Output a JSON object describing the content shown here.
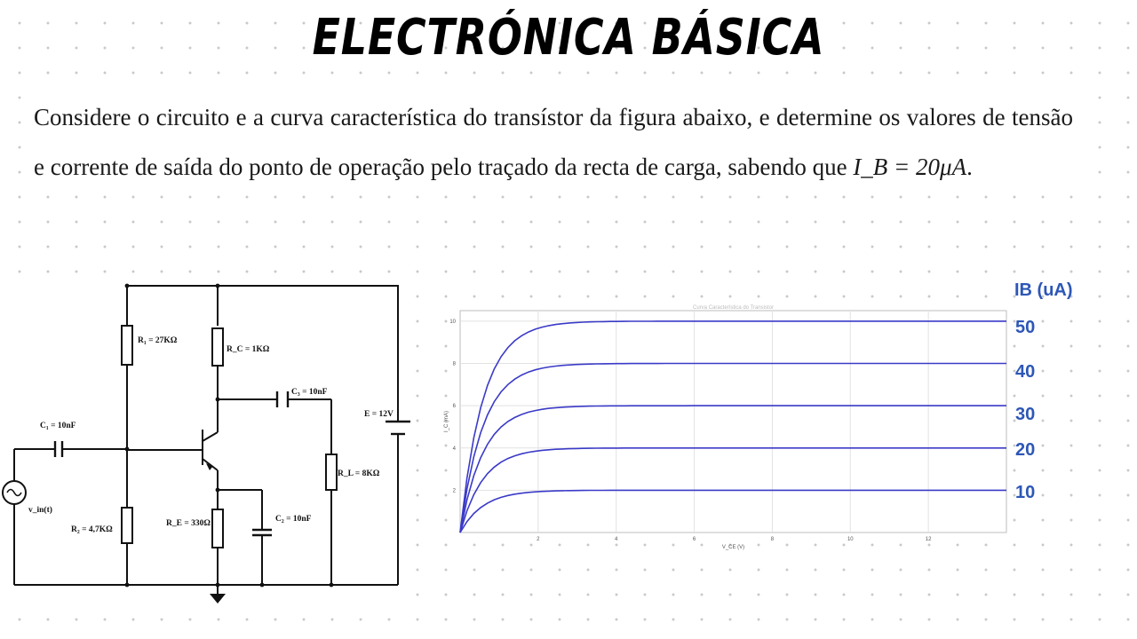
{
  "title": "ELECTRÓNICA BÁSICA",
  "problem": {
    "text_before": "Considere o circuito e a curva característica do transístor da figura abaixo, e determine os valores de tensão e corrente de saída do ponto de operação pelo traçado da recta de carga, sabendo que ",
    "math": "I_B = 20μA",
    "text_after": "."
  },
  "circuit": {
    "r1": "R₁ = 27KΩ",
    "rc": "R_C = 1KΩ",
    "c3": "C₃ = 10nF",
    "e": "E = 12V",
    "c1": "C₁ = 10nF",
    "rl": "R_L = 8KΩ",
    "vin": "v_in(t)",
    "r2": "R₂ = 4,7KΩ",
    "re": "R_E = 330Ω",
    "c2": "C₂ = 10nF"
  },
  "chart_data": {
    "type": "line",
    "title": "Curva Característica do Transistor",
    "xlabel": "V_CE (V)",
    "ylabel": "I_C (mA)",
    "xlim": [
      0,
      14
    ],
    "ylim": [
      0,
      10.5
    ],
    "xticks": [
      2,
      4,
      6,
      8,
      10,
      12
    ],
    "yticks": [
      2,
      4,
      6,
      8,
      10
    ],
    "grid": true,
    "line_color": "#3a3ac8",
    "series": [
      {
        "name": "10",
        "saturation": 2,
        "x": [
          0,
          0.2,
          0.5,
          1,
          1.5,
          2,
          3,
          14
        ],
        "y": [
          0,
          0.5,
          1.05,
          1.6,
          1.88,
          1.97,
          2,
          2
        ]
      },
      {
        "name": "20",
        "saturation": 4,
        "x": [
          0,
          0.2,
          0.5,
          1,
          1.5,
          2,
          3,
          14
        ],
        "y": [
          0,
          1.0,
          2.1,
          3.2,
          3.75,
          3.95,
          4,
          4
        ]
      },
      {
        "name": "30",
        "saturation": 6,
        "x": [
          0,
          0.2,
          0.5,
          1,
          1.5,
          2,
          3,
          14
        ],
        "y": [
          0,
          1.5,
          3.2,
          4.8,
          5.6,
          5.92,
          6,
          6
        ]
      },
      {
        "name": "40",
        "saturation": 8,
        "x": [
          0,
          0.2,
          0.5,
          1,
          1.5,
          2,
          3,
          14
        ],
        "y": [
          0,
          2.0,
          4.2,
          6.4,
          7.5,
          7.9,
          8,
          8
        ]
      },
      {
        "name": "50",
        "saturation": 10,
        "x": [
          0,
          0.2,
          0.5,
          1,
          1.5,
          2,
          3,
          14
        ],
        "y": [
          0,
          2.5,
          5.3,
          8.0,
          9.35,
          9.85,
          10,
          10
        ]
      }
    ]
  },
  "ib_legend": {
    "title": "IB (uA)",
    "values": [
      "50",
      "40",
      "30",
      "20",
      "10"
    ]
  }
}
